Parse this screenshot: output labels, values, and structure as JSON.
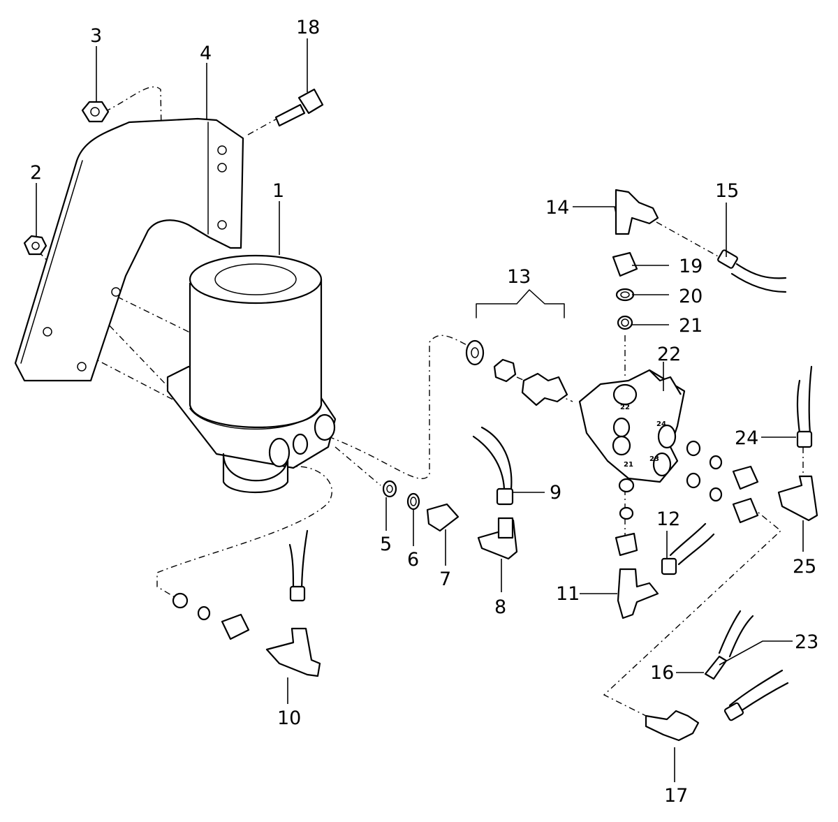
{
  "callouts": [
    "1",
    "2",
    "3",
    "4",
    "5",
    "6",
    "7",
    "8",
    "9",
    "10",
    "11",
    "12",
    "13",
    "14",
    "15",
    "16",
    "17",
    "18",
    "19",
    "20",
    "21",
    "22",
    "23",
    "24",
    "25"
  ],
  "port_marks": [
    "22",
    "24",
    "21",
    "23"
  ]
}
